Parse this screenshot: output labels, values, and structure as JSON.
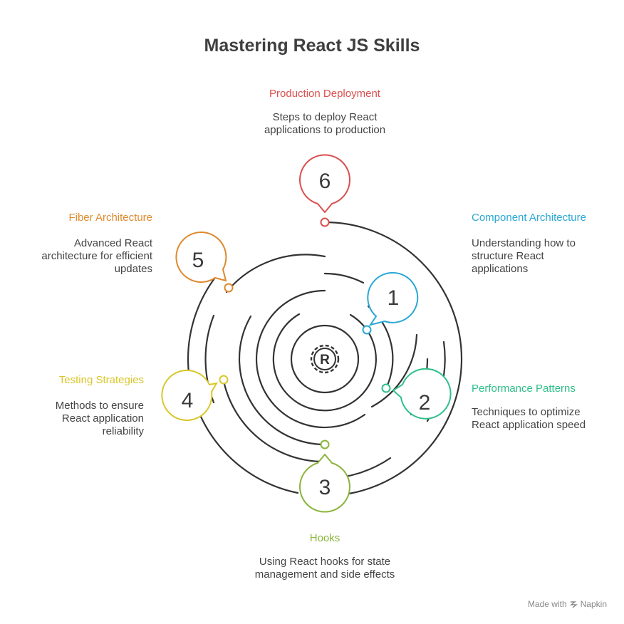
{
  "title": "Mastering React JS Skills",
  "footer": {
    "made_with": "Made with",
    "brand": "Napkin"
  },
  "steps": [
    {
      "number": "1",
      "label": "Component Architecture",
      "description": "Understanding how to structure React applications",
      "color": "#2aa7d4"
    },
    {
      "number": "2",
      "label": "Performance Patterns",
      "description": "Techniques to optimize React application speed",
      "color": "#2ebf8a"
    },
    {
      "number": "3",
      "label": "Hooks",
      "description": "Using React hooks for state management and side effects",
      "color": "#8ab43a"
    },
    {
      "number": "4",
      "label": "Testing Strategies",
      "description": "Methods to ensure React application reliability",
      "color": "#d9c62a"
    },
    {
      "number": "5",
      "label": "Fiber Architecture",
      "description": "Advanced React architecture for efficient updates",
      "color": "#de8a2e"
    },
    {
      "number": "6",
      "label": "Production Deployment",
      "description": "Steps to deploy React applications to production",
      "color": "#db4f4f"
    }
  ],
  "center_icon": "react-gear-icon",
  "ring_color": "#333333"
}
